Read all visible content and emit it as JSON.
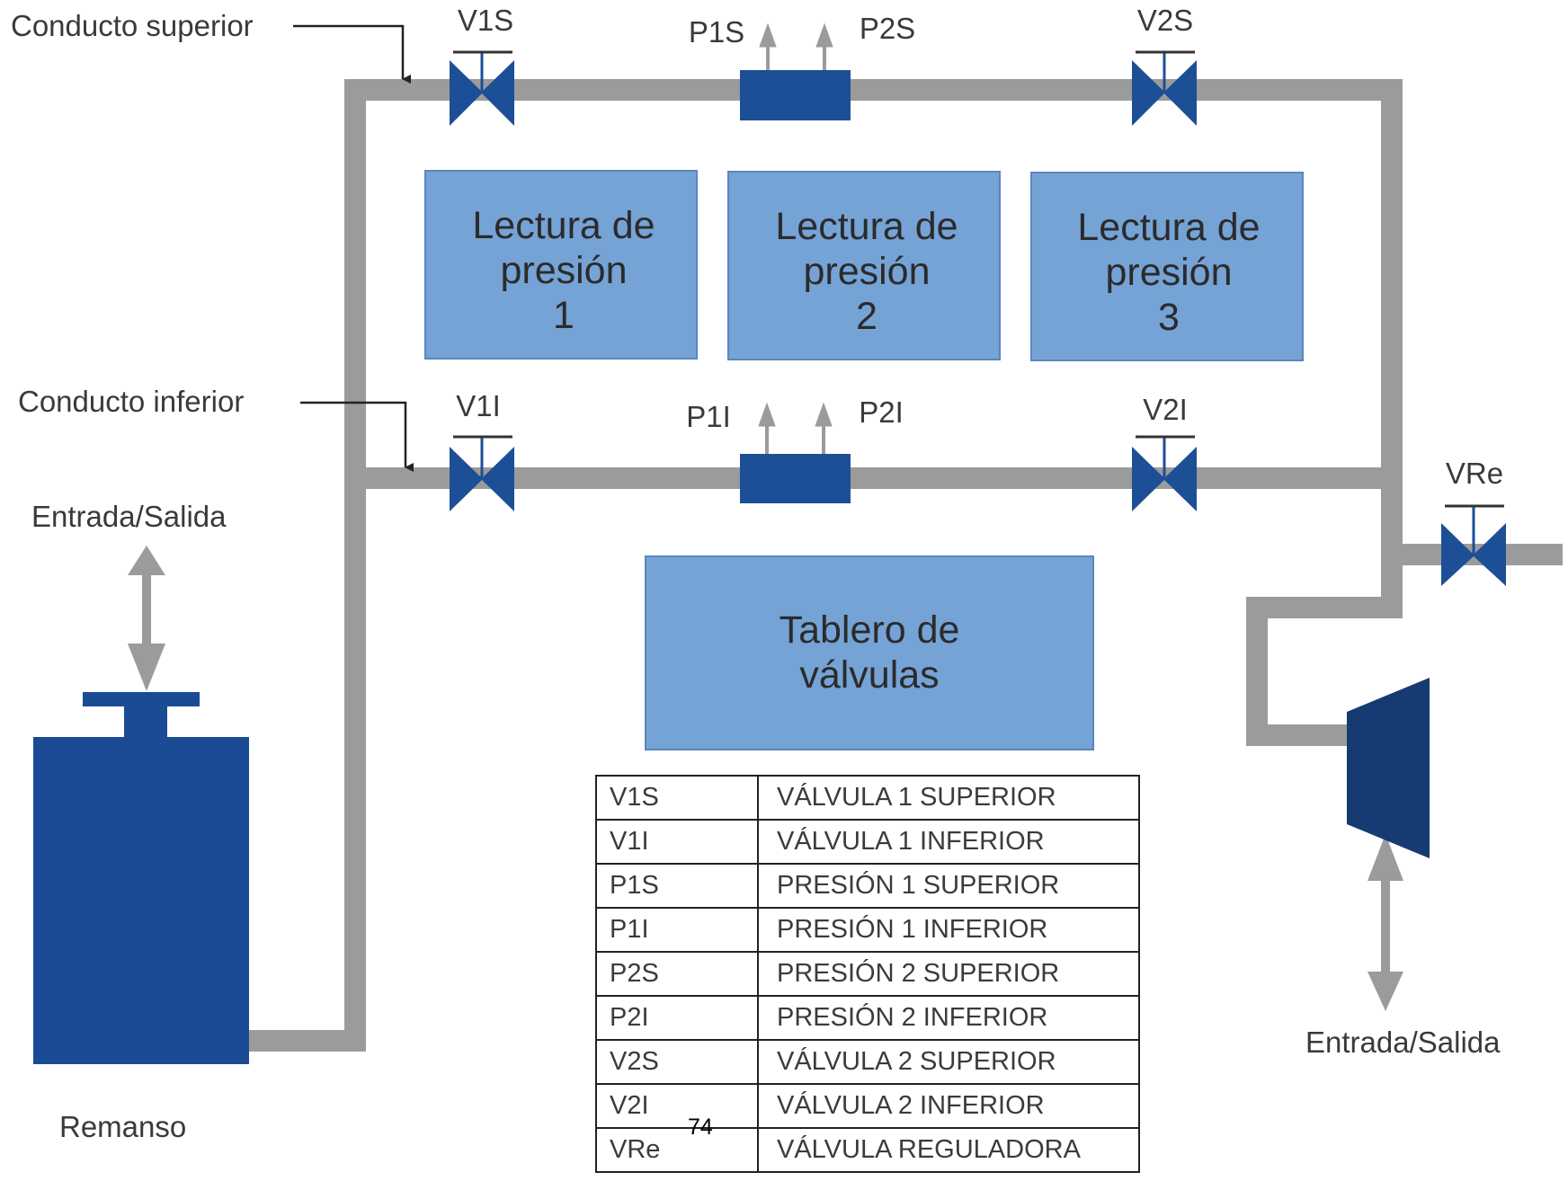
{
  "labels": {
    "conducto_superior": "Conducto superior",
    "conducto_inferior": "Conducto inferior",
    "entrada_salida_left": "Entrada/Salida",
    "entrada_salida_right": "Entrada/Salida",
    "remanso": "Remanso",
    "v1s": "V1S",
    "v2s": "V2S",
    "p1s": "P1S",
    "p2s": "P2S",
    "v1i": "V1I",
    "v2i": "V2I",
    "p1i": "P1I",
    "p2i": "P2I",
    "vre": "VRe"
  },
  "boxes": {
    "lectura1": [
      "Lectura de",
      "presión",
      "1"
    ],
    "lectura2": [
      "Lectura de",
      "presión",
      "2"
    ],
    "lectura3": [
      "Lectura de",
      "presión",
      "3"
    ],
    "tablero": [
      "Tablero de",
      "válvulas"
    ]
  },
  "legend": [
    {
      "code": "V1S",
      "desc": "VÁLVULA 1 SUPERIOR"
    },
    {
      "code": "V1I",
      "desc": "VÁLVULA 1 INFERIOR"
    },
    {
      "code": "P1S",
      "desc": "PRESIÓN 1 SUPERIOR"
    },
    {
      "code": "P1I",
      "desc": "PRESIÓN 1 INFERIOR"
    },
    {
      "code": "P2S",
      "desc": "PRESIÓN 2 SUPERIOR"
    },
    {
      "code": "P2I",
      "desc": "PRESIÓN 2 INFERIOR"
    },
    {
      "code": "V2S",
      "desc": "VÁLVULA 2 SUPERIOR"
    },
    {
      "code": "V2I",
      "desc": "VÁLVULA 2 INFERIOR"
    },
    {
      "code": "VRe",
      "desc": "VÁLVULA REGULADORA"
    }
  ],
  "page_number": "74",
  "colors": {
    "pipe": "#9b9b9b",
    "valve": "#1d4f96",
    "tank": "#1b4b95",
    "compressor": "#163b72",
    "box_fill": "#75a3d6",
    "box_stroke": "#5b86bb",
    "arrow": "#9b9b9b"
  }
}
